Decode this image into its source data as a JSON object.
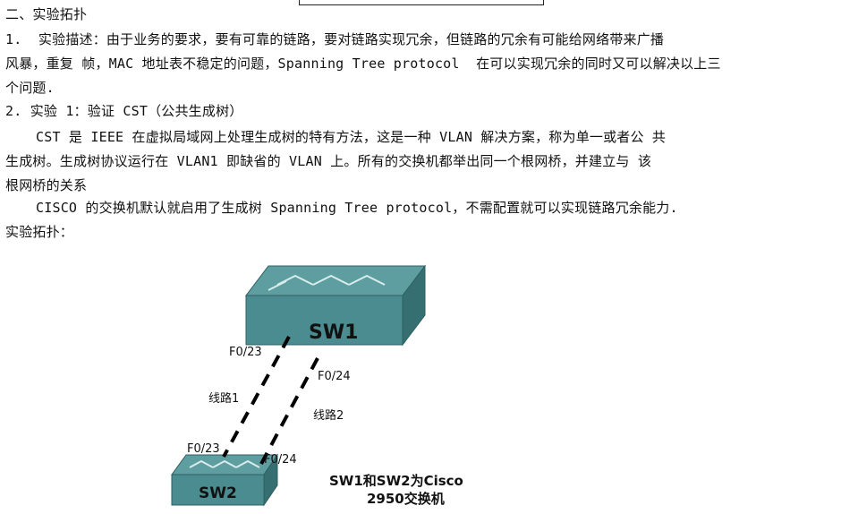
{
  "document": {
    "section_title": "二、实验拓扑",
    "item1_line1": "1.  实验描述：由于业务的要求，要有可靠的链路，要对链路实现冗余，但链路的冗余有可能给网络带来广播",
    "item1_line2": "风暴，重复 帧，MAC 地址表不稳定的问题，Spanning Tree protocol  在可以实现冗余的同时又可以解决以上三",
    "item1_line3": "个问题.",
    "item2_title": "2. 实验 1：验证 CST（公共生成树）",
    "cst_line1": "CST 是 IEEE 在虚拟局域网上处理生成树的特有方法，这是一种 VLAN 解决方案，称为单一或者公 共",
    "cst_line2": "生成树。生成树协议运行在 VLAN1 即缺省的 VLAN 上。所有的交换机都举出同一个根网桥，并建立与 该",
    "cst_line3": "根网桥的关系",
    "cisco_line": "CISCO 的交换机默认就启用了生成树 Spanning Tree protocol，不需配置就可以实现链路冗余能力.",
    "topology_label": "实验拓扑："
  },
  "diagram": {
    "sw1_label": "SW1",
    "sw2_label": "SW2",
    "sw1_port_a": "F0/23",
    "sw1_port_b": "F0/24",
    "sw2_port_a": "F0/23",
    "sw2_port_b": "F0/24",
    "link1_label": "线路1",
    "link2_label": "线路2",
    "note_line1": "SW1和SW2为Cisco",
    "note_line2": "2950交换机",
    "colors": {
      "switch_top": "#5f9ea0",
      "switch_front": "#3f7f82",
      "switch_side": "#2f6a6d",
      "link": "#000000"
    }
  }
}
